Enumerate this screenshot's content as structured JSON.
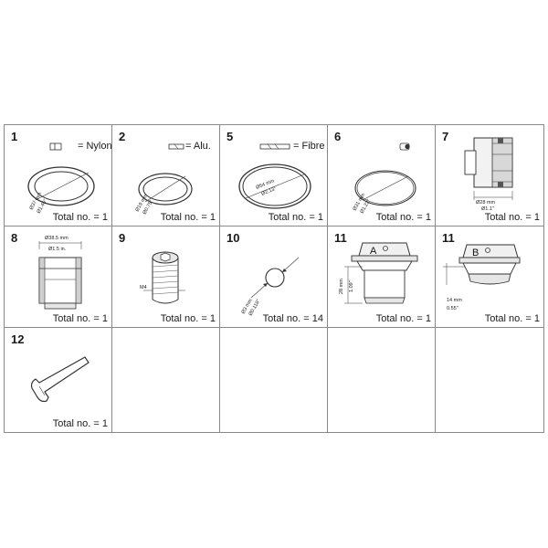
{
  "parts": [
    {
      "num": "1",
      "material": "= Nylon",
      "dim_mm": "Ø37 mm",
      "dim_in": "Ø1.46\"",
      "total": "Total no. = 1"
    },
    {
      "num": "2",
      "material": "= Alu.",
      "dim_mm": "Ø19 mm",
      "dim_in": "Ø0.75\"",
      "total": "Total no. = 1"
    },
    {
      "num": "5",
      "material": "= Fibre",
      "dim_mm": "Ø54 mm",
      "dim_in": "Ø2.13\"",
      "total": "Total no. = 1"
    },
    {
      "num": "6",
      "dim_mm": "Ø31 mm",
      "dim_in": "Ø1.22\"",
      "total": "Total no. = 1"
    },
    {
      "num": "7",
      "dim_mm": "Ø28 mm",
      "dim_in": "Ø1.1\"",
      "total": "Total no. = 1"
    },
    {
      "num": "8",
      "dim_mm": "Ø38.5 mm",
      "dim_in": "Ø1.5 in.",
      "total": "Total no. = 1"
    },
    {
      "num": "9",
      "thread": "M4",
      "total": "Total no. = 1"
    },
    {
      "num": "10",
      "dim_mm": "Ø3 mm",
      "dim_in": "Ø0.118\"",
      "total": "Total no. = 14"
    },
    {
      "num": "11",
      "letter": "A",
      "dim_mm": "28 mm",
      "dim_in": "1.09\"",
      "total": "Total no. = 1"
    },
    {
      "num": "11",
      "letter": "B",
      "dim_mm": "14 mm",
      "dim_in": "0.55\"",
      "total": "Total no. = 1"
    },
    {
      "num": "12",
      "total": "Total no. = 1"
    }
  ],
  "colors": {
    "line": "#333333",
    "grid": "#8a8a8a",
    "fill": "#e6e6e6"
  }
}
